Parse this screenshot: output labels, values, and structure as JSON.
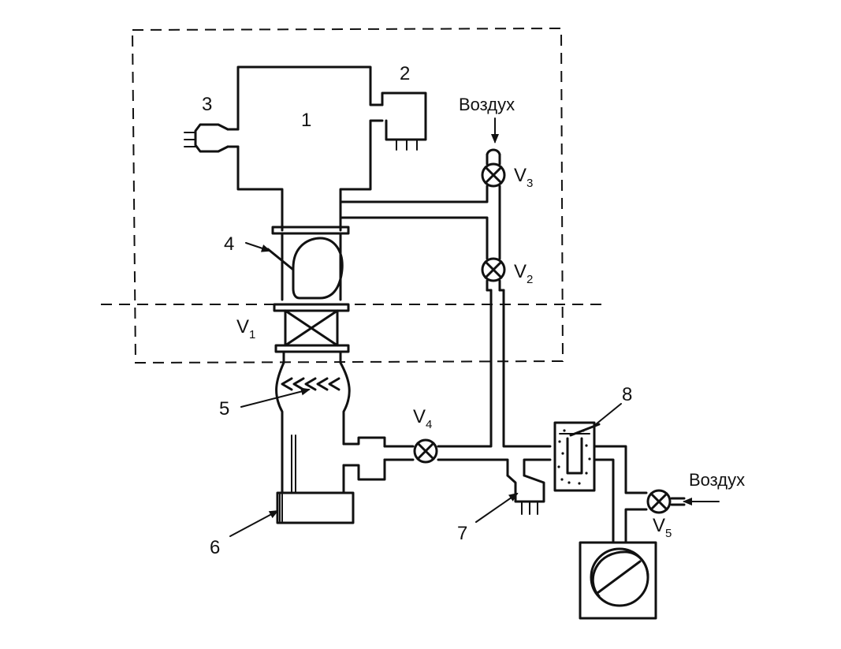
{
  "labels": {
    "l1": "1",
    "l2": "2",
    "l3": "3",
    "l4": "4",
    "l5": "5",
    "l6": "6",
    "l7": "7",
    "l8": "8"
  },
  "valves": {
    "v1": {
      "letter": "V",
      "sub": "1"
    },
    "v2": {
      "letter": "V",
      "sub": "2"
    },
    "v3": {
      "letter": "V",
      "sub": "3"
    },
    "v4": {
      "letter": "V",
      "sub": "4"
    },
    "v5": {
      "letter": "V",
      "sub": "5"
    }
  },
  "air_inlets": {
    "top": "Воздух",
    "right": "Воздух"
  },
  "colors": {
    "line": "#111111",
    "background": "#ffffff"
  }
}
